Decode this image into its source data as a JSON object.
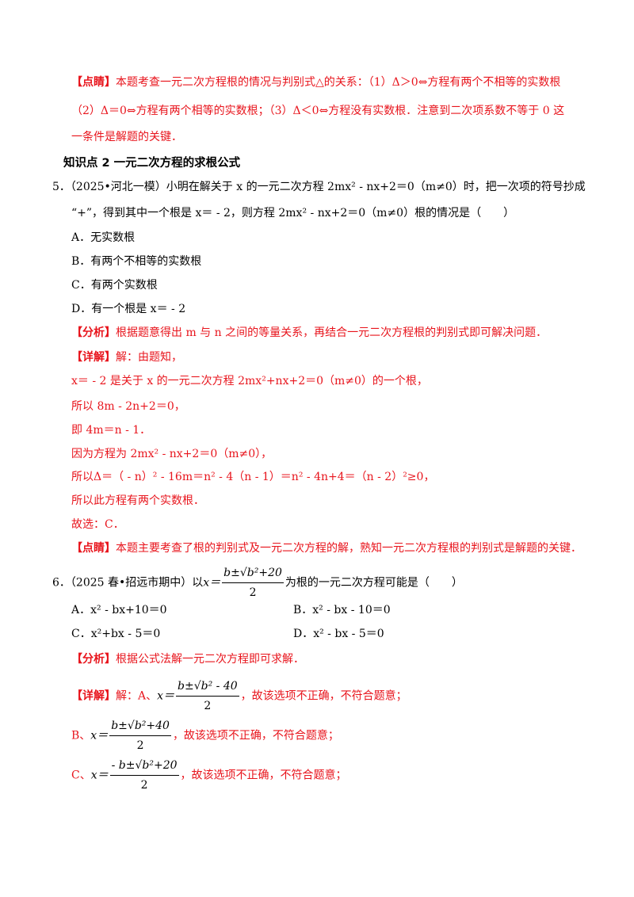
{
  "tip1": {
    "tag": "【点睛】",
    "line1": "本题考查一元二次方程根的情况与判别式△的关系：（1）Δ＞0⇔方程有两个不相等的实数根",
    "line2": "（2）Δ＝0⇔方程有两个相等的实数根；（3）Δ＜0⇔方程没有实数根．注意到二次项系数不等于 0 这",
    "line3": "一条件是解题的关键．"
  },
  "section": {
    "title": "知识点 2  一元二次方程的求根公式"
  },
  "q5": {
    "number": "5．",
    "line1": "（2025•河北一模）小明在解关于 x 的一元二次方程 2mx² - nx+2＝0（m≠0）时，把一次项的符号抄成",
    "line2": "“+”，得到其中一个根是 x＝ - 2，则方程 2mx² - nx+2＝0（m≠0）根的情况是（　　）",
    "options": {
      "A": "A．无实数根",
      "B": "B．有两个不相等的实数根",
      "C": "C．有两个实数根",
      "D": "D．有一个根是 x＝ - 2"
    },
    "analysis_tag": "【分析】",
    "analysis": "根据题意得出 m 与 n 之间的等量关系，再结合一元二次方程根的判别式即可解决问题．",
    "detail_tag": "【详解】",
    "detail": "解：由题知，",
    "steps": [
      "x＝ - 2 是关于 x 的一元二次方程 2mx²+nx+2＝0（m≠0）的一个根，",
      "所以 8m - 2n+2＝0，",
      "即 4m＝n - 1．",
      "因为方程为 2mx² - nx+2＝0（m≠0），",
      "所以Δ＝（ - n）² - 16m＝n² - 4（n - 1）＝n² - 4n+4＝（n - 2）²≥0，",
      "所以此方程有两个实数根．",
      "故选：C．"
    ],
    "tip_tag": "【点睛】",
    "tip": "本题主要考查了根的判别式及一元二次方程的解，熟知一元二次方程根的判别式是解题的关键．"
  },
  "q6": {
    "number": "6．",
    "prefix": "（2025 春•招远市期中）以",
    "x_eq": "x＝",
    "frac_num": "b±√b²+20",
    "frac_den": "2",
    "suffix": "为根的一元二次方程可能是（　　）",
    "options": {
      "A": "A．x² - bx+10＝0",
      "B": "B．x² - bx - 10＝0",
      "C": "C．x²+bx - 5＝0",
      "D": "D．x² - bx - 5＝0"
    },
    "analysis_tag": "【分析】",
    "analysis": "根据公式法解一元二次方程即可求解．",
    "detail_tag": "【详解】",
    "detail_prefix": "解：A、",
    "A_num": "b±√b² - 40",
    "A_suffix": "，故该选项不正确，不符合题意；",
    "B_prefix": "B、",
    "B_num": "b±√b²+40",
    "B_suffix": "，故该选项不正确，不符合题意；",
    "C_prefix": "C、",
    "C_num": "- b±√b²+20",
    "C_suffix": "，故该选项不正确，不符合题意；",
    "den": "2"
  }
}
